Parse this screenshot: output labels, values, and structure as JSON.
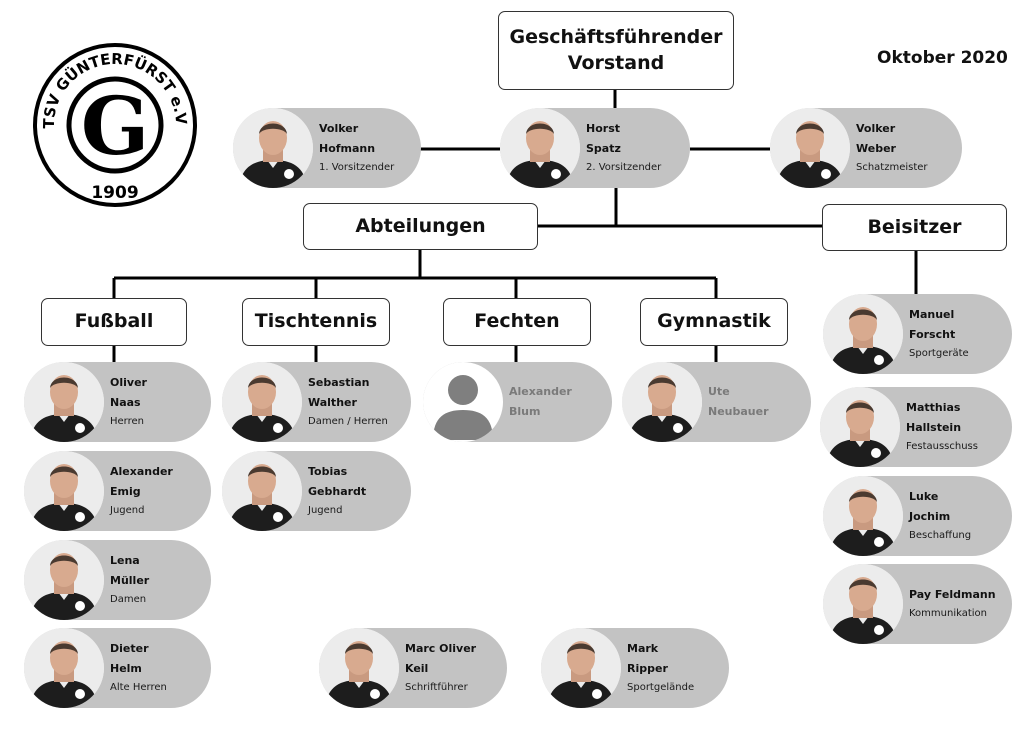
{
  "date": "Oktober 2020",
  "logo": {
    "text_top": "TSV GÜNTERFÜRST e.V.",
    "year": "1909",
    "letter": "G"
  },
  "headings": {
    "board": [
      "Geschäftsführender",
      "Vorstand"
    ],
    "departments": "Abteilungen",
    "assessors": "Beisitzer",
    "football": "Fußball",
    "tabletennis": "Tischtennis",
    "fencing": "Fechten",
    "gymnastics": "Gymnastik"
  },
  "people": {
    "hofmann": {
      "first": "Volker",
      "last": "Hofmann",
      "role": "1. Vorsitzender"
    },
    "spatz": {
      "first": "Horst",
      "last": "Spatz",
      "role": "2. Vorsitzender"
    },
    "weber": {
      "first": "Volker",
      "last": "Weber",
      "role": "Schatzmeister"
    },
    "naas": {
      "first": "Oliver",
      "last": "Naas",
      "role": "Herren"
    },
    "emig": {
      "first": "Alexander",
      "last": "Emig",
      "role": "Jugend"
    },
    "mueller": {
      "first": "Lena",
      "last": "Müller",
      "role": "Damen"
    },
    "helm": {
      "first": "Dieter",
      "last": "Helm",
      "role": "Alte Herren"
    },
    "walther": {
      "first": "Sebastian",
      "last": "Walther",
      "role": "Damen / Herren"
    },
    "gebhardt": {
      "first": "Tobias",
      "last": "Gebhardt",
      "role": "Jugend"
    },
    "blum": {
      "first": "Alexander",
      "last": "Blum"
    },
    "neubauer": {
      "first": "Ute",
      "last": "Neubauer"
    },
    "forscht": {
      "first": "Manuel",
      "last": "Forscht",
      "role": "Sportgeräte"
    },
    "hallstein": {
      "first": "Matthias",
      "last": "Hallstein",
      "role": "Festausschuss"
    },
    "jochim": {
      "first": "Luke",
      "last": "Jochim",
      "role": "Beschaffung"
    },
    "feldmann": {
      "name": "Pay Feldmann",
      "role": "Kommunikation"
    },
    "keil": {
      "first": "Marc Oliver",
      "last": "Keil",
      "role": "Schriftführer"
    },
    "ripper": {
      "first": "Mark",
      "last": "Ripper",
      "role": "Sportgelände"
    }
  },
  "colors": {
    "pill": "#c3c3c3",
    "line": "#000000",
    "shirt": "#1d1d1d"
  }
}
